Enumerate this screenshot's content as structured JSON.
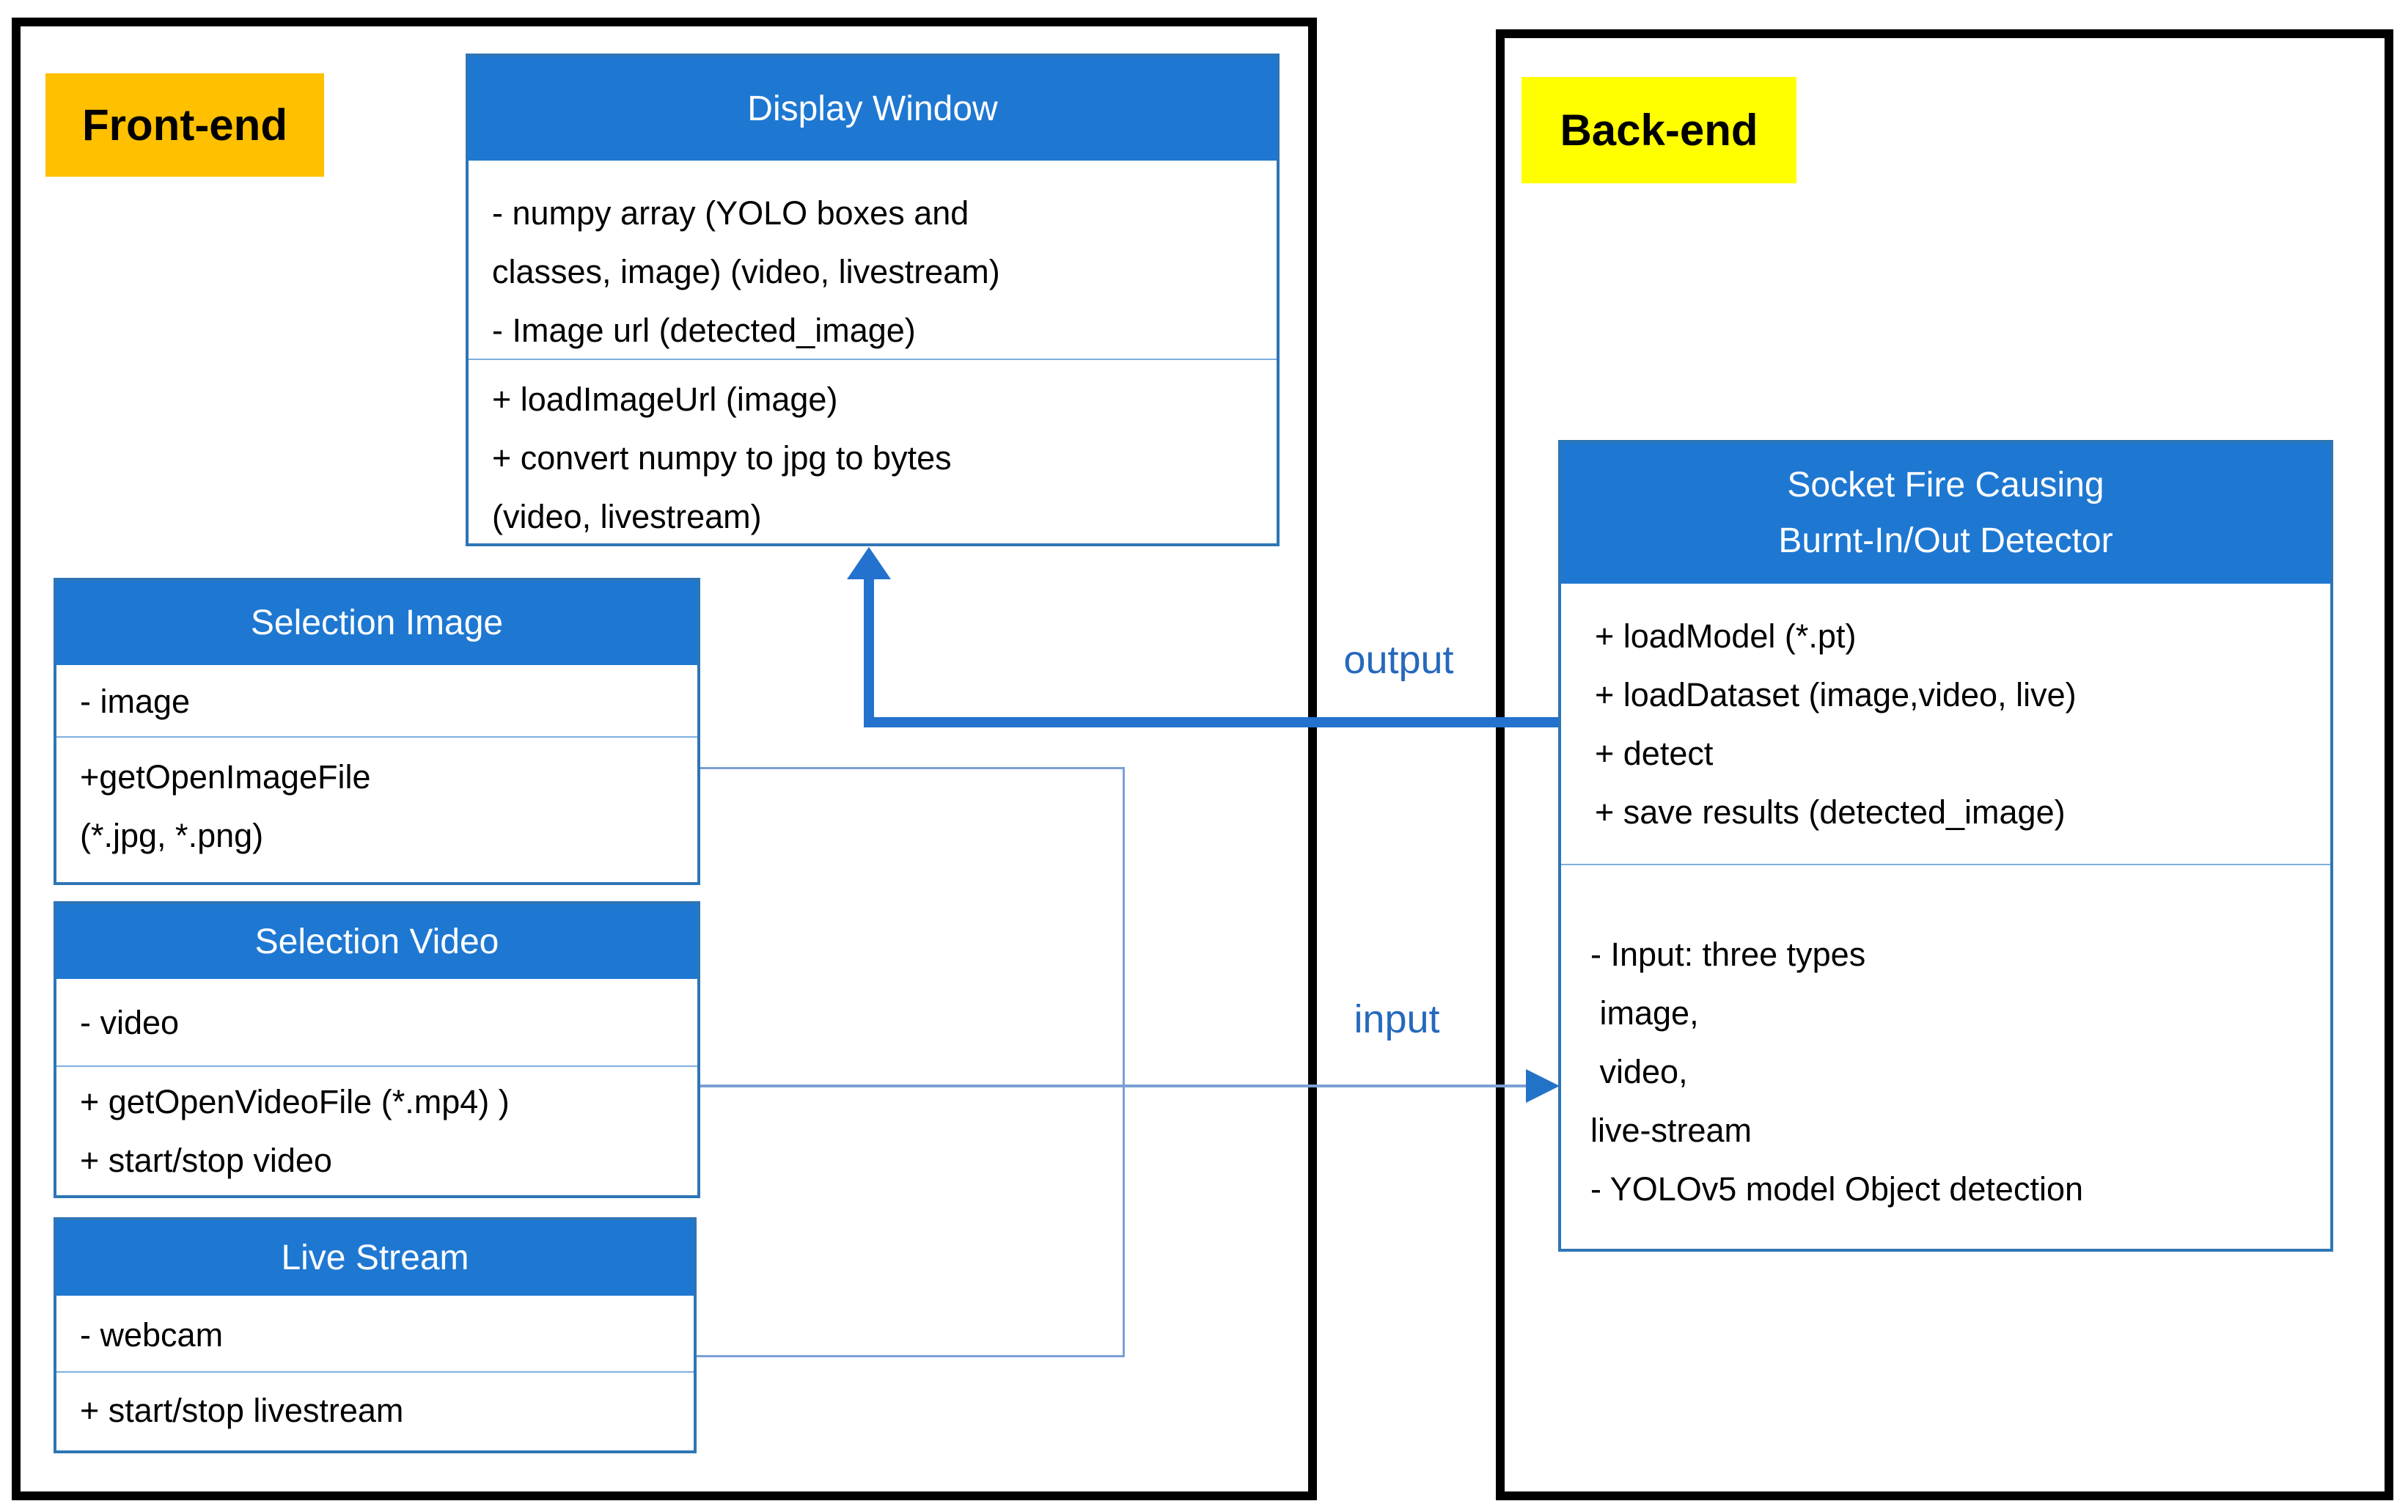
{
  "frontend": {
    "label": "Front-end",
    "display_window": {
      "title": "Display Window",
      "attributes": [
        "- numpy array (YOLO boxes and",
        "classes, image) (video, livestream)",
        "- Image url (detected_image)"
      ],
      "methods": [
        "+ loadImageUrl (image)",
        "+ convert numpy to jpg to bytes",
        "(video, livestream)"
      ]
    },
    "selection_image": {
      "title": "Selection Image",
      "attributes": [
        "- image"
      ],
      "methods": [
        "+getOpenImageFile",
        "(*.jpg, *.png)"
      ]
    },
    "selection_video": {
      "title": "Selection Video",
      "attributes": [
        "- video"
      ],
      "methods": [
        "+ getOpenVideoFile (*.mp4) )",
        "+ start/stop video"
      ]
    },
    "live_stream": {
      "title": "Live Stream",
      "attributes": [
        "- webcam"
      ],
      "methods": [
        "+ start/stop livestream"
      ]
    }
  },
  "backend": {
    "label": "Back-end",
    "detector": {
      "title_line1": "Socket Fire Causing",
      "title_line2": "Burnt-In/Out Detector",
      "methods": [
        "+ loadModel (*.pt)",
        "+ loadDataset (image,video, live)",
        "+ detect",
        "+ save results (detected_image)"
      ],
      "notes": [
        "- Input: three types",
        " image,",
        " video,",
        "live-stream",
        "- YOLOv5 model Object detection"
      ]
    }
  },
  "connections": {
    "output_label": "output",
    "input_label": "input"
  },
  "colors": {
    "header_blue": "#1E78D2",
    "box_border_blue": "#2E75B6",
    "arrow_blue": "#2272CE",
    "thin_connector_blue": "#7CA0D4",
    "flow_label_blue": "#2569BD",
    "frontend_tag_bg": "#FFC000",
    "backend_tag_bg": "#FFFF00",
    "outer_border": "#000000"
  }
}
